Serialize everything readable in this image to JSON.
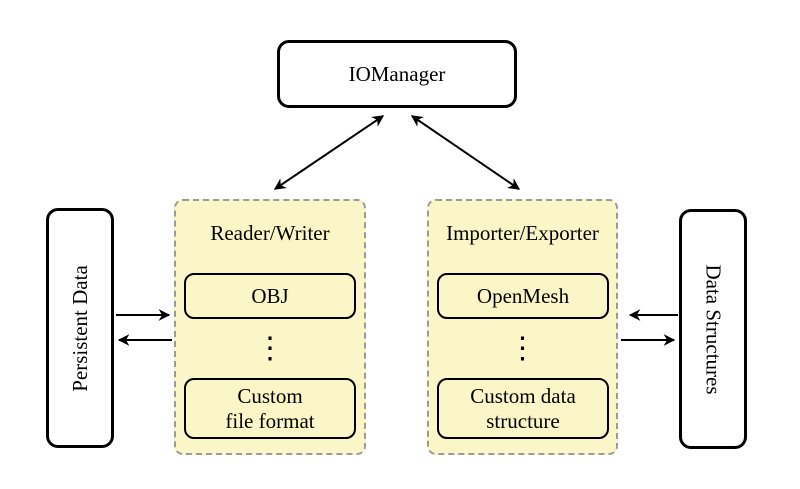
{
  "diagram": {
    "description": "IOManager input/output architecture diagram",
    "colors": {
      "group_fill": "#fbf6c8",
      "group_border": "#9b9b9b",
      "node_border": "#000000",
      "node_fill": "#ffffff",
      "arrow": "#000000"
    },
    "nodes": {
      "io_manager": {
        "label": "IOManager"
      },
      "persistent_data": {
        "label": "Persistent Data"
      },
      "data_structures": {
        "label": "Data Structures"
      }
    },
    "groups": {
      "reader_writer": {
        "title": "Reader/Writer",
        "box1": "OBJ",
        "dots": "⋮",
        "box2_line1": "Custom",
        "box2_line2": "file format"
      },
      "importer_exporter": {
        "title": "Importer/Exporter",
        "box1": "OpenMesh",
        "dots": "⋮",
        "box2_line1": "Custom data",
        "box2_line2": "structure"
      }
    }
  }
}
